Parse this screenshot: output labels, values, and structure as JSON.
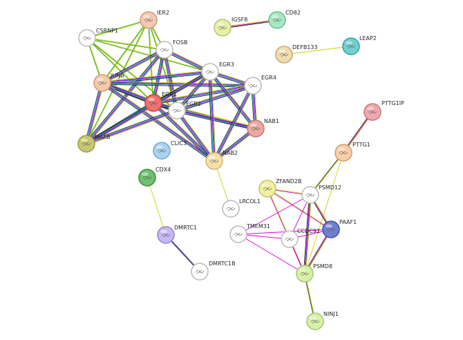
{
  "colors": {
    "evidence": [
      "#c8d400",
      "#2b2bd9",
      "#d400d4",
      "#00b8b8",
      "#222222",
      "#20a020"
    ]
  },
  "nodes": [
    {
      "id": "IER2",
      "label": "IER2",
      "fill": "#f3c9b0",
      "stroke": "#d49a80",
      "icon": "protein-structure-icon"
    },
    {
      "id": "CSRNP1",
      "label": "CSRNP1",
      "fill": "#ffffff",
      "stroke": "#bbbbbb",
      "icon": "protein-structure-icon"
    },
    {
      "id": "FOSB",
      "label": "FOSB",
      "fill": "#ffffff",
      "stroke": "#bbbbbb",
      "icon": "protein-structure-icon"
    },
    {
      "id": "JUNB",
      "label": "JUNB",
      "fill": "#f6c9a8",
      "stroke": "#d69a75",
      "icon": "protein-structure-icon"
    },
    {
      "id": "EGR3",
      "label": "EGR3",
      "fill": "#ffffff",
      "stroke": "#bbbbbb",
      "icon": "protein-structure-icon"
    },
    {
      "id": "EGR4",
      "label": "EGR4",
      "fill": "#ffffff",
      "stroke": "#bbbbbb",
      "icon": "protein-structure-icon"
    },
    {
      "id": "EGR1",
      "label": "EGR1",
      "fill": "#f07070",
      "stroke": "#c84848",
      "icon": "protein-structure-icon"
    },
    {
      "id": "EGR2",
      "label": "EGR2",
      "fill": "#ffffff",
      "stroke": "#bbbbbb",
      "icon": "protein-structure-icon"
    },
    {
      "id": "NAB1",
      "label": "NAB1",
      "fill": "#eaa8a0",
      "stroke": "#c47c74",
      "icon": "protein-structure-icon"
    },
    {
      "id": "MAFB",
      "label": "MAFB",
      "fill": "#c8c870",
      "stroke": "#9e9e48",
      "icon": "protein-structure-icon"
    },
    {
      "id": "NAB2",
      "label": "NAB2",
      "fill": "#f5e0a8",
      "stroke": "#d0b878",
      "icon": "protein-structure-icon"
    },
    {
      "id": "CLIC3",
      "label": "CLIC3",
      "fill": "#a8d4f0",
      "stroke": "#78aacc",
      "icon": "protein-structure-icon"
    },
    {
      "id": "IGSF8",
      "label": "IGSF8",
      "fill": "#e8f0a8",
      "stroke": "#b8c478",
      "icon": "protein-structure-icon"
    },
    {
      "id": "CD82",
      "label": "CD82",
      "fill": "#a8e8c0",
      "stroke": "#70be90",
      "icon": "protein-structure-icon"
    },
    {
      "id": "DEFB133",
      "label": "DEFB133",
      "fill": "#f0dcb0",
      "stroke": "#c8aa78",
      "icon": "protein-structure-icon"
    },
    {
      "id": "LEAP2",
      "label": "LEAP2",
      "fill": "#70d0d0",
      "stroke": "#3ea0a0",
      "icon": "protein-structure-icon"
    },
    {
      "id": "PTTG1IP",
      "label": "PTTG1IP",
      "fill": "#f0a8b0",
      "stroke": "#c87880",
      "icon": "protein-structure-icon"
    },
    {
      "id": "PTTG1",
      "label": "PTTG1",
      "fill": "#f8cfa8",
      "stroke": "#d4a070",
      "icon": "protein-structure-icon"
    },
    {
      "id": "CDX4",
      "label": "CDX4",
      "fill": "#70c070",
      "stroke": "#409040",
      "icon": "protein-structure-icon"
    },
    {
      "id": "ZFAND2B",
      "label": "ZFAND2B",
      "fill": "#f0f0a0",
      "stroke": "#c4c470",
      "icon": "protein-structure-icon"
    },
    {
      "id": "PSMD12",
      "label": "PSMD12",
      "fill": "#ffffff",
      "stroke": "#bbbbbb",
      "icon": "protein-structure-icon"
    },
    {
      "id": "LRCOL1",
      "label": "LRCOL1",
      "fill": "#ffffff",
      "stroke": "#bbbbbb",
      "icon": "protein-structure-icon"
    },
    {
      "id": "TMEM31",
      "label": "TMEM31",
      "fill": "#ffffff",
      "stroke": "#bbbbbb",
      "icon": "protein-structure-icon"
    },
    {
      "id": "PAAF1",
      "label": "PAAF1",
      "fill": "#7080d0",
      "stroke": "#4050a8",
      "icon": "protein-structure-icon"
    },
    {
      "id": "CCDC92",
      "label": "CCDC92",
      "fill": "#ffffff",
      "stroke": "#bbbbbb",
      "icon": "protein-structure-icon"
    },
    {
      "id": "DMRTC1",
      "label": "DMRTC1",
      "fill": "#c8b8f8",
      "stroke": "#9888d0",
      "icon": "protein-structure-icon"
    },
    {
      "id": "PSMD8",
      "label": "PSMD8",
      "fill": "#d8f0a8",
      "stroke": "#a8c878",
      "icon": "protein-structure-icon"
    },
    {
      "id": "DMRTC1B",
      "label": "DMRTC1B",
      "fill": "#ffffff",
      "stroke": "#bbbbbb",
      "icon": "protein-structure-icon"
    },
    {
      "id": "NINJ1",
      "label": "NINJ1",
      "fill": "#d8f0a8",
      "stroke": "#a8c878",
      "icon": "protein-structure-icon"
    }
  ],
  "edges": [
    {
      "source": "IER2",
      "target": "CSRNP1",
      "evidence": [
        0,
        5
      ]
    },
    {
      "source": "IER2",
      "target": "FOSB",
      "evidence": [
        0,
        5
      ]
    },
    {
      "source": "IER2",
      "target": "JUNB",
      "evidence": [
        0,
        5
      ]
    },
    {
      "source": "IER2",
      "target": "EGR1",
      "evidence": [
        0,
        5
      ]
    },
    {
      "source": "IER2",
      "target": "EGR2",
      "evidence": [
        0,
        5
      ]
    },
    {
      "source": "IER2",
      "target": "MAFB",
      "evidence": [
        0,
        5
      ]
    },
    {
      "source": "CSRNP1",
      "target": "FOSB",
      "evidence": [
        0,
        5
      ]
    },
    {
      "source": "CSRNP1",
      "target": "JUNB",
      "evidence": [
        0,
        5
      ]
    },
    {
      "source": "CSRNP1",
      "target": "EGR1",
      "evidence": [
        0,
        5
      ]
    },
    {
      "source": "CSRNP1",
      "target": "EGR2",
      "evidence": [
        0,
        5
      ]
    },
    {
      "source": "CSRNP1",
      "target": "EGR3",
      "evidence": [
        0,
        5
      ]
    },
    {
      "source": "FOSB",
      "target": "JUNB",
      "evidence": [
        0,
        1,
        2,
        3,
        4
      ]
    },
    {
      "source": "FOSB",
      "target": "EGR1",
      "evidence": [
        0,
        1,
        2,
        3,
        4
      ]
    },
    {
      "source": "FOSB",
      "target": "EGR2",
      "evidence": [
        0,
        1,
        2,
        3,
        4
      ]
    },
    {
      "source": "FOSB",
      "target": "EGR3",
      "evidence": [
        0,
        1,
        2,
        3,
        4
      ]
    },
    {
      "source": "FOSB",
      "target": "MAFB",
      "evidence": [
        0,
        1,
        2,
        3,
        4
      ]
    },
    {
      "source": "JUNB",
      "target": "EGR1",
      "evidence": [
        0,
        1,
        2,
        3,
        4
      ]
    },
    {
      "source": "JUNB",
      "target": "EGR2",
      "evidence": [
        0,
        1,
        2,
        3,
        4
      ]
    },
    {
      "source": "JUNB",
      "target": "EGR3",
      "evidence": [
        0,
        1,
        2,
        3,
        4
      ]
    },
    {
      "source": "JUNB",
      "target": "EGR4",
      "evidence": [
        0,
        1,
        2,
        3,
        4
      ]
    },
    {
      "source": "JUNB",
      "target": "MAFB",
      "evidence": [
        0,
        1,
        2,
        3,
        4
      ]
    },
    {
      "source": "JUNB",
      "target": "NAB2",
      "evidence": [
        0,
        1,
        2,
        3,
        4
      ]
    },
    {
      "source": "EGR1",
      "target": "EGR2",
      "evidence": [
        0,
        1,
        2,
        3,
        4
      ]
    },
    {
      "source": "EGR1",
      "target": "EGR3",
      "evidence": [
        0,
        1,
        2,
        3,
        4
      ]
    },
    {
      "source": "EGR1",
      "target": "EGR4",
      "evidence": [
        0,
        1,
        2,
        3,
        4
      ]
    },
    {
      "source": "EGR1",
      "target": "NAB1",
      "evidence": [
        0,
        1,
        2,
        3,
        4
      ]
    },
    {
      "source": "EGR1",
      "target": "NAB2",
      "evidence": [
        0,
        1,
        2,
        3,
        4
      ]
    },
    {
      "source": "EGR1",
      "target": "MAFB",
      "evidence": [
        0,
        1,
        2,
        3,
        4
      ]
    },
    {
      "source": "EGR2",
      "target": "EGR3",
      "evidence": [
        0,
        1,
        2,
        3,
        4
      ]
    },
    {
      "source": "EGR2",
      "target": "EGR4",
      "evidence": [
        0,
        1,
        2,
        3,
        4
      ]
    },
    {
      "source": "EGR2",
      "target": "NAB1",
      "evidence": [
        0,
        1,
        2,
        3,
        4
      ]
    },
    {
      "source": "EGR2",
      "target": "NAB2",
      "evidence": [
        0,
        1,
        2,
        3,
        4
      ]
    },
    {
      "source": "EGR2",
      "target": "MAFB",
      "evidence": [
        0,
        1,
        2,
        3,
        4
      ]
    },
    {
      "source": "EGR3",
      "target": "EGR4",
      "evidence": [
        0,
        1,
        2,
        3,
        4
      ]
    },
    {
      "source": "EGR3",
      "target": "NAB1",
      "evidence": [
        0,
        1,
        2,
        3,
        4
      ]
    },
    {
      "source": "EGR3",
      "target": "NAB2",
      "evidence": [
        0,
        1,
        2,
        3,
        4
      ]
    },
    {
      "source": "EGR3",
      "target": "MAFB",
      "evidence": [
        0,
        1,
        2,
        3,
        4
      ]
    },
    {
      "source": "EGR4",
      "target": "NAB1",
      "evidence": [
        0,
        1,
        2,
        3,
        4
      ]
    },
    {
      "source": "EGR4",
      "target": "NAB2",
      "evidence": [
        0,
        1,
        2,
        3,
        4
      ]
    },
    {
      "source": "NAB1",
      "target": "NAB2",
      "evidence": [
        0,
        1,
        2,
        3,
        4
      ]
    },
    {
      "source": "IGSF8",
      "target": "CD82",
      "evidence": [
        0,
        2,
        4
      ]
    },
    {
      "source": "DEFB133",
      "target": "LEAP2",
      "evidence": [
        0
      ]
    },
    {
      "source": "PTTG1IP",
      "target": "PTTG1",
      "evidence": [
        0,
        2,
        4
      ]
    },
    {
      "source": "NAB2",
      "target": "LRCOL1",
      "evidence": [
        0
      ]
    },
    {
      "source": "CDX4",
      "target": "DMRTC1",
      "evidence": [
        0
      ]
    },
    {
      "source": "DMRTC1",
      "target": "DMRTC1B",
      "evidence": [
        1,
        4
      ]
    },
    {
      "source": "PTTG1",
      "target": "PSMD12",
      "evidence": [
        0,
        4
      ]
    },
    {
      "source": "PTTG1",
      "target": "PSMD8",
      "evidence": [
        0
      ]
    },
    {
      "source": "ZFAND2B",
      "target": "PSMD12",
      "evidence": [
        0,
        2
      ]
    },
    {
      "source": "ZFAND2B",
      "target": "PAAF1",
      "evidence": [
        0,
        2
      ]
    },
    {
      "source": "ZFAND2B",
      "target": "PSMD8",
      "evidence": [
        0,
        2
      ]
    },
    {
      "source": "PSMD12",
      "target": "TMEM31",
      "evidence": [
        2
      ]
    },
    {
      "source": "PSMD12",
      "target": "CCDC92",
      "evidence": [
        2
      ]
    },
    {
      "source": "PSMD12",
      "target": "PAAF1",
      "evidence": [
        0,
        2,
        4
      ]
    },
    {
      "source": "PSMD12",
      "target": "PSMD8",
      "evidence": [
        0,
        1,
        2,
        4
      ]
    },
    {
      "source": "TMEM31",
      "target": "PAAF1",
      "evidence": [
        2
      ]
    },
    {
      "source": "TMEM31",
      "target": "CCDC92",
      "evidence": [
        2
      ]
    },
    {
      "source": "TMEM31",
      "target": "PSMD8",
      "evidence": [
        2
      ]
    },
    {
      "source": "CCDC92",
      "target": "PAAF1",
      "evidence": [
        2
      ]
    },
    {
      "source": "CCDC92",
      "target": "PSMD8",
      "evidence": [
        2
      ]
    },
    {
      "source": "PAAF1",
      "target": "PSMD8",
      "evidence": [
        0,
        2,
        4
      ]
    },
    {
      "source": "PSMD8",
      "target": "NINJ1",
      "evidence": [
        0,
        4
      ]
    }
  ]
}
